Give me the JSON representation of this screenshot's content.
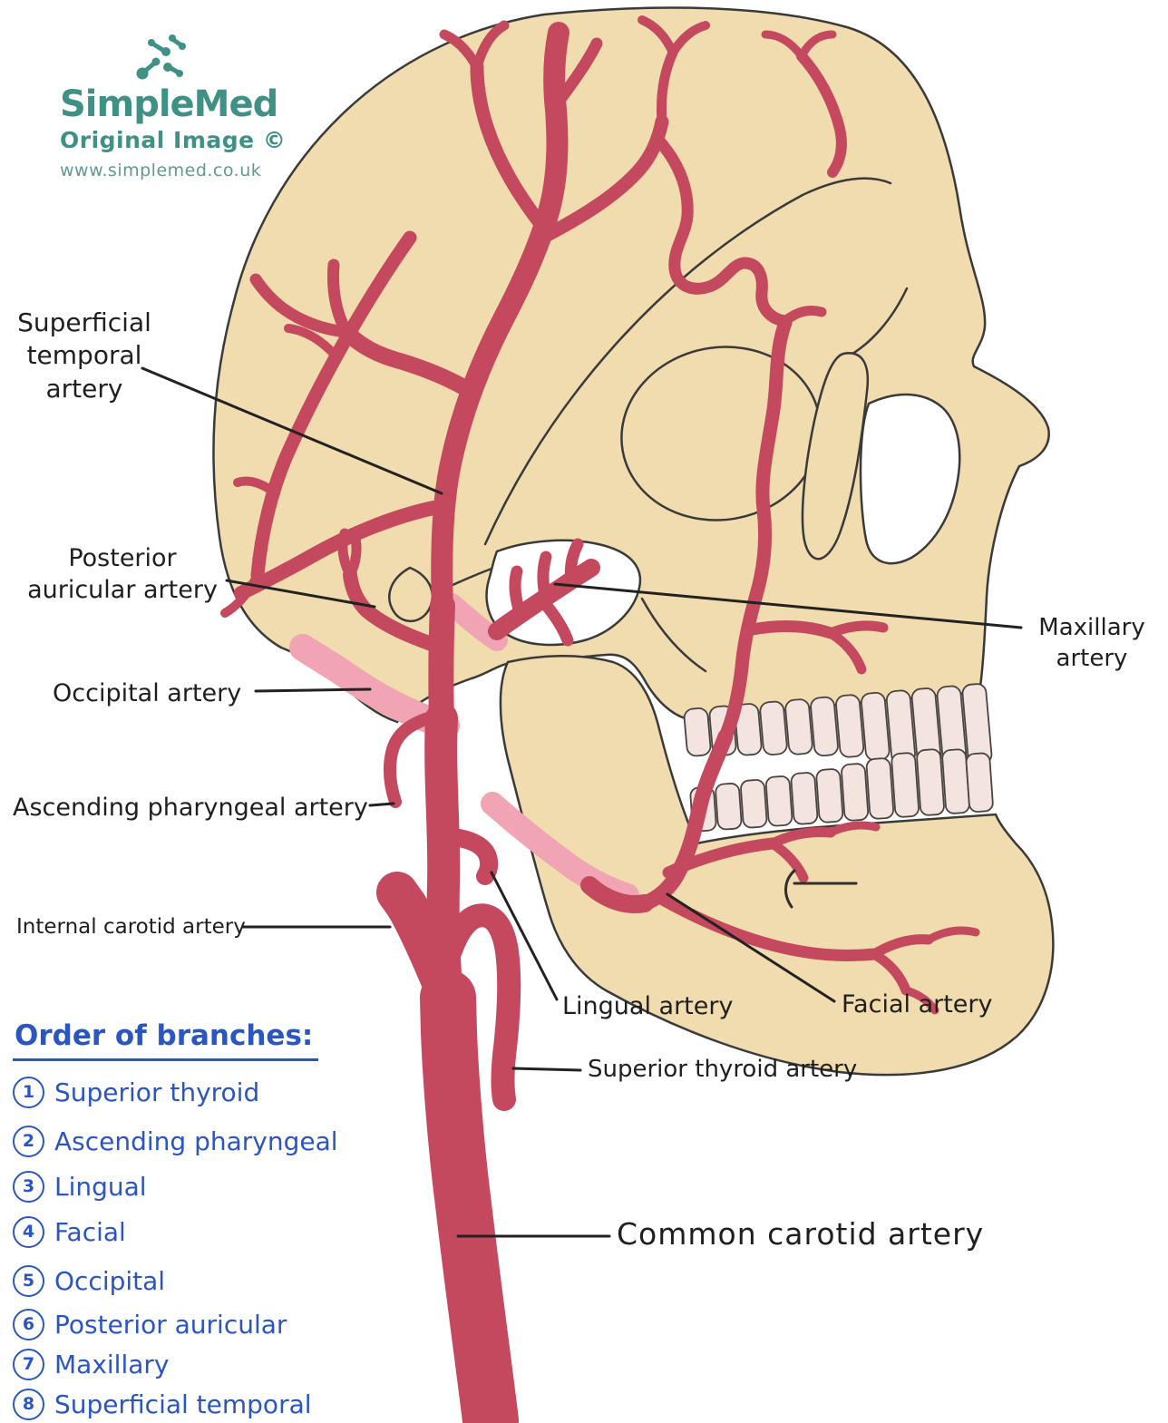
{
  "logo": {
    "brand": "SimpleMed",
    "subtitle": "Original Image ©",
    "url": "www.simplemed.co.uk"
  },
  "labels": {
    "superficial_temporal": "Superficial temporal artery",
    "posterior_auricular": "Posterior auricular artery",
    "occipital": "Occipital artery",
    "ascending_pharyngeal": "Ascending pharyngeal artery",
    "internal_carotid": "Internal carotid artery",
    "maxillary": "Maxillary artery",
    "lingual": "Lingual artery",
    "facial": "Facial artery",
    "superior_thyroid": "Superior thyroid artery",
    "common_carotid": "Common carotid artery"
  },
  "order_list": {
    "title": "Order of branches:",
    "items": [
      {
        "num": "1",
        "label": "Superior thyroid"
      },
      {
        "num": "2",
        "label": "Ascending pharyngeal"
      },
      {
        "num": "3",
        "label": "Lingual"
      },
      {
        "num": "4",
        "label": "Facial"
      },
      {
        "num": "5",
        "label": "Occipital"
      },
      {
        "num": "6",
        "label": "Posterior auricular"
      },
      {
        "num": "7",
        "label": "Maxillary"
      },
      {
        "num": "8",
        "label": "Superficial temporal"
      }
    ]
  },
  "colors": {
    "artery_red": "#c4485e",
    "artery_deep_pink": "#f0a4b4",
    "bone": "#f0dcae",
    "teeth": "#f3e4e0",
    "outline": "#3a3a3a",
    "label_ink": "#1f1f1f",
    "list_blue": "#2b55c0",
    "brand_teal": "#3e9184"
  }
}
